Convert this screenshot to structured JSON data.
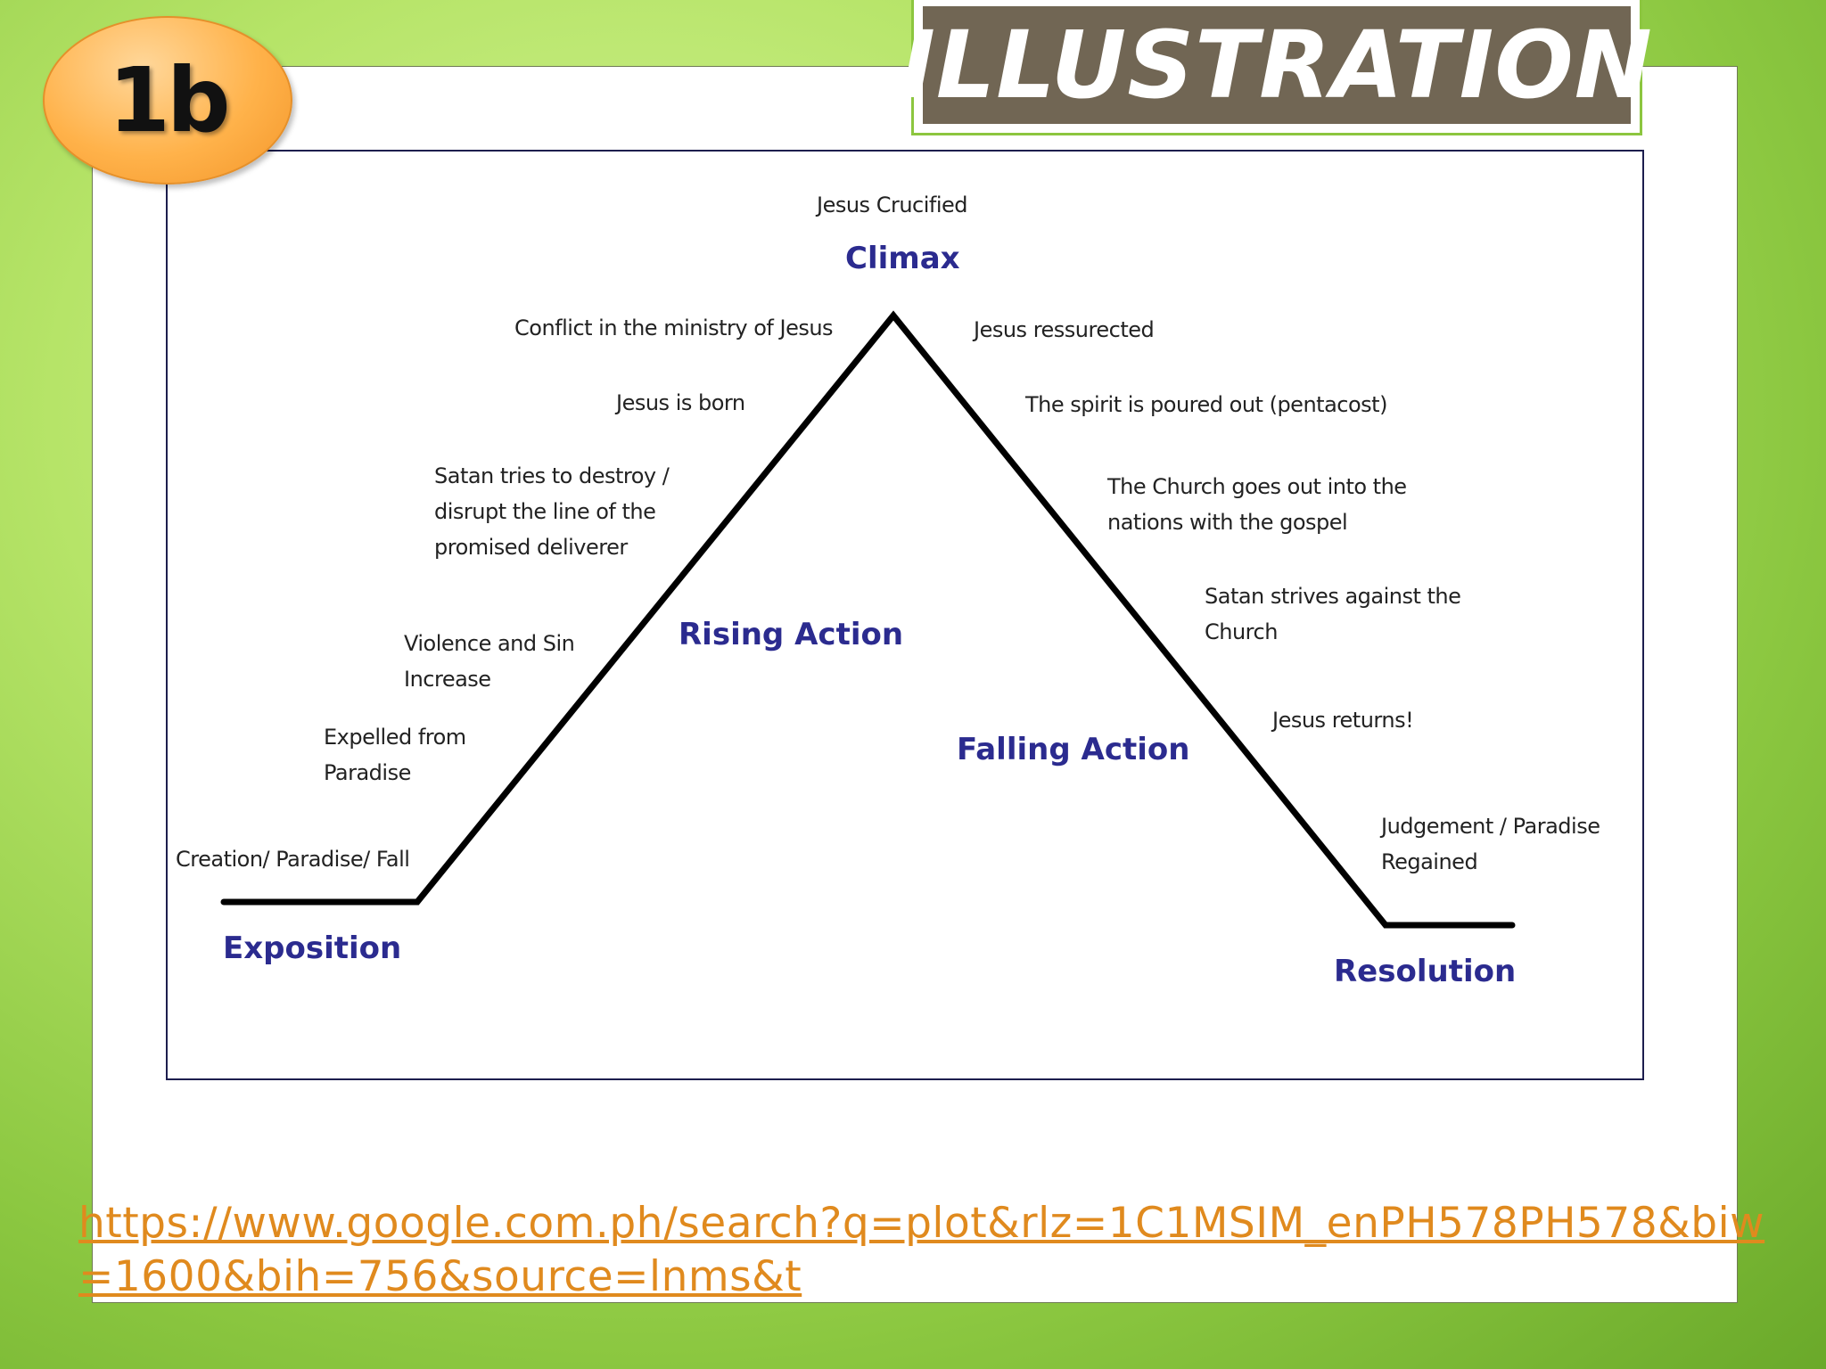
{
  "slide": {
    "badge": "1b",
    "title": "ILLUSTRATION"
  },
  "diagram": {
    "stages": {
      "exposition": "Exposition",
      "rising": "Rising Action",
      "climax": "Climax",
      "falling": "Falling Action",
      "resolution": "Resolution"
    },
    "events": {
      "climax_event": "Jesus Crucified",
      "e1": "Creation/ Paradise/ Fall",
      "e2": [
        "Expelled from",
        "Paradise"
      ],
      "e3": [
        "Violence and Sin",
        "Increase"
      ],
      "e4": [
        "Satan tries to destroy /",
        "disrupt the line of the",
        "promised deliverer"
      ],
      "e5": "Jesus is born",
      "e6": "Conflict in the ministry of Jesus",
      "e7": "Jesus ressurected",
      "e8": "The spirit is poured out (pentacost)",
      "e9": [
        "The Church goes out into the",
        "nations with the gospel"
      ],
      "e10": [
        "Satan strives against the",
        "Church"
      ],
      "e11": "Jesus returns!",
      "e12": [
        "Judgement / Paradise",
        "Regained"
      ]
    }
  },
  "footer": {
    "url": "https://www.google.com.ph/search?q=plot&rlz=1C1MSIM_enPH578PH578&biw=1600&bih=756&source=lnms&t"
  },
  "colors": {
    "stage_label": "#2b2b8f",
    "link": "#e08a1e",
    "title_bg": "#716654",
    "badge": "#ffb24a"
  }
}
